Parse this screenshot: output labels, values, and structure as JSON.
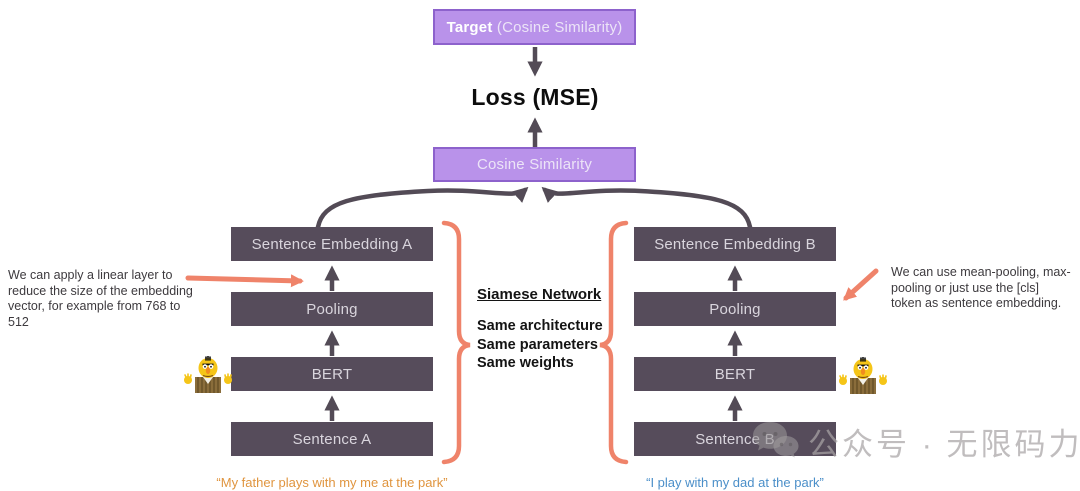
{
  "title_area": {
    "target_bold": "Target",
    "target_rest": " (Cosine Similarity)",
    "loss": "Loss (MSE)",
    "cosine": "Cosine Similarity"
  },
  "columns": {
    "left": {
      "boxes": [
        "Sentence Embedding A",
        "Pooling",
        "BERT",
        "Sentence A"
      ],
      "caption": "“My father plays with my me at the park”"
    },
    "right": {
      "boxes": [
        "Sentence Embedding B",
        "Pooling",
        "BERT",
        "Sentence B"
      ],
      "caption": "“I play with my dad at the park”"
    }
  },
  "center_note": {
    "title": "Siamese Network",
    "lines": [
      "Same architecture",
      "Same parameters",
      "Same weights"
    ]
  },
  "annotations": {
    "left": "We can apply a linear layer to reduce the size of the embedding vector, for example from 768 to 512",
    "right": "We can use mean-pooling, max-pooling or just use the [cls] token as sentence embedding."
  },
  "watermark": {
    "text": "公众号 · 无限码力",
    "icon": "wechat-chat-bubbles-icon"
  },
  "icons": {
    "left_mascot": "bert-muppet",
    "right_mascot": "bert-muppet"
  },
  "colors": {
    "purple_fill": "#b992ea",
    "purple_border": "#8d62cc",
    "dark_box": "#564c5b",
    "arrow": "#534b56",
    "accent_orange": "#ef836a",
    "caption_orange": "#e0953f",
    "caption_blue": "#4b8fc9"
  }
}
